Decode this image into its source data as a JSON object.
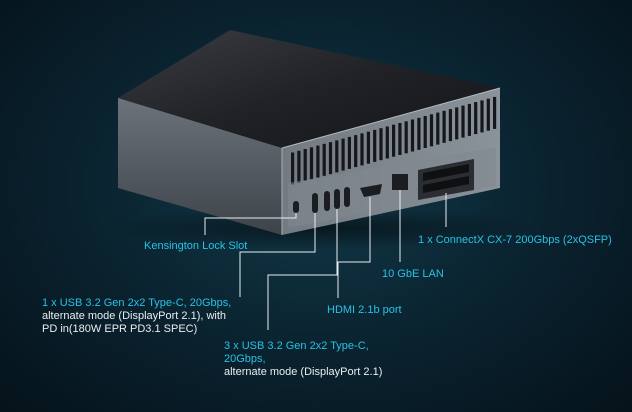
{
  "annotations": {
    "kensington": "Kensington Lock Slot",
    "usb_single_title": "1 x USB 3.2 Gen 2x2 Type-C, 20Gbps,",
    "usb_single_line2": "alternate mode (DisplayPort 2.1), with",
    "usb_single_line3": "PD in(180W EPR PD3.1 SPEC)",
    "usb_triple_title_1": "3 x USB 3.2 Gen 2x2 Type-C,",
    "usb_triple_title_2": "20Gbps,",
    "usb_triple_line3": "alternate mode (DisplayPort 2.1)",
    "hdmi": "HDMI 2.1b port",
    "lan": "10 GbE LAN",
    "connectx": "1 x ConnectX CX-7 200Gbps (2xQSFP)"
  },
  "colors": {
    "accent_cyan": "#27c2e6",
    "text_white": "#e8eef2",
    "background": "#0b2532"
  }
}
